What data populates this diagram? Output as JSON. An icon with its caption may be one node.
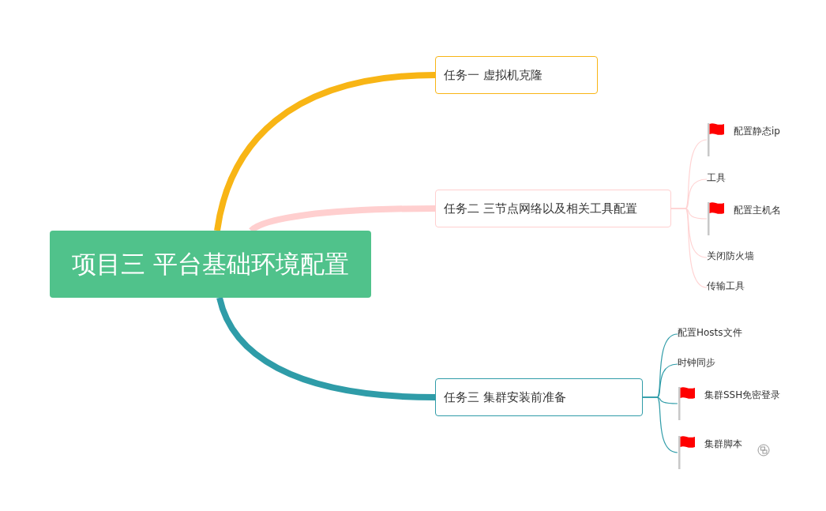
{
  "diagram": {
    "nodes": [
      {
        "text": [
          "项目三 平台基础环境配置"
        ]
      },
      {
        "text": [
          "任务一 虚拟机克隆"
        ]
      },
      {
        "text": [
          "任务二 三节点网络以及相关工具配置"
        ]
      },
      {
        "text": [
          "任务三 集群安装前准备"
        ]
      },
      {
        "text": [
          "配置静态ip"
        ]
      },
      {
        "text": [
          "工具"
        ]
      },
      {
        "text": [
          "配置主机名"
        ]
      },
      {
        "text": [
          "关闭防火墙"
        ]
      },
      {
        "text": [
          "传输工具"
        ]
      },
      {
        "text": [
          "配置Hosts文件"
        ]
      },
      {
        "text": [
          "时钟同步"
        ]
      },
      {
        "text": [
          "集群SSH免密登录"
        ]
      },
      {
        "text": [
          "集群脚本"
        ]
      }
    ],
    "edges": [
      {
        "from": 0,
        "to": 1,
        "arrow": "none",
        "style": "thick",
        "color": "#f8b515"
      },
      {
        "from": 0,
        "to": 2,
        "arrow": "none",
        "style": "thick",
        "color": "#ffcfcf"
      },
      {
        "from": 0,
        "to": 3,
        "arrow": "none",
        "style": "thick",
        "color": "#2f9ca8"
      },
      {
        "from": 2,
        "to": 4,
        "arrow": "none",
        "color": "#ffd3d3"
      },
      {
        "from": 2,
        "to": 5,
        "arrow": "none",
        "color": "#ffd3d3"
      },
      {
        "from": 2,
        "to": 6,
        "arrow": "none",
        "color": "#ffd3d3"
      },
      {
        "from": 2,
        "to": 7,
        "arrow": "none",
        "color": "#ffd3d3"
      },
      {
        "from": 2,
        "to": 8,
        "arrow": "none",
        "color": "#ffd3d3"
      },
      {
        "from": 3,
        "to": 9,
        "arrow": "none",
        "color": "#2f9ca8"
      },
      {
        "from": 3,
        "to": 10,
        "arrow": "none",
        "color": "#2f9ca8"
      },
      {
        "from": 3,
        "to": 11,
        "arrow": "none",
        "color": "#2f9ca8"
      },
      {
        "from": 3,
        "to": 12,
        "arrow": "none",
        "color": "#2f9ca8"
      }
    ]
  }
}
